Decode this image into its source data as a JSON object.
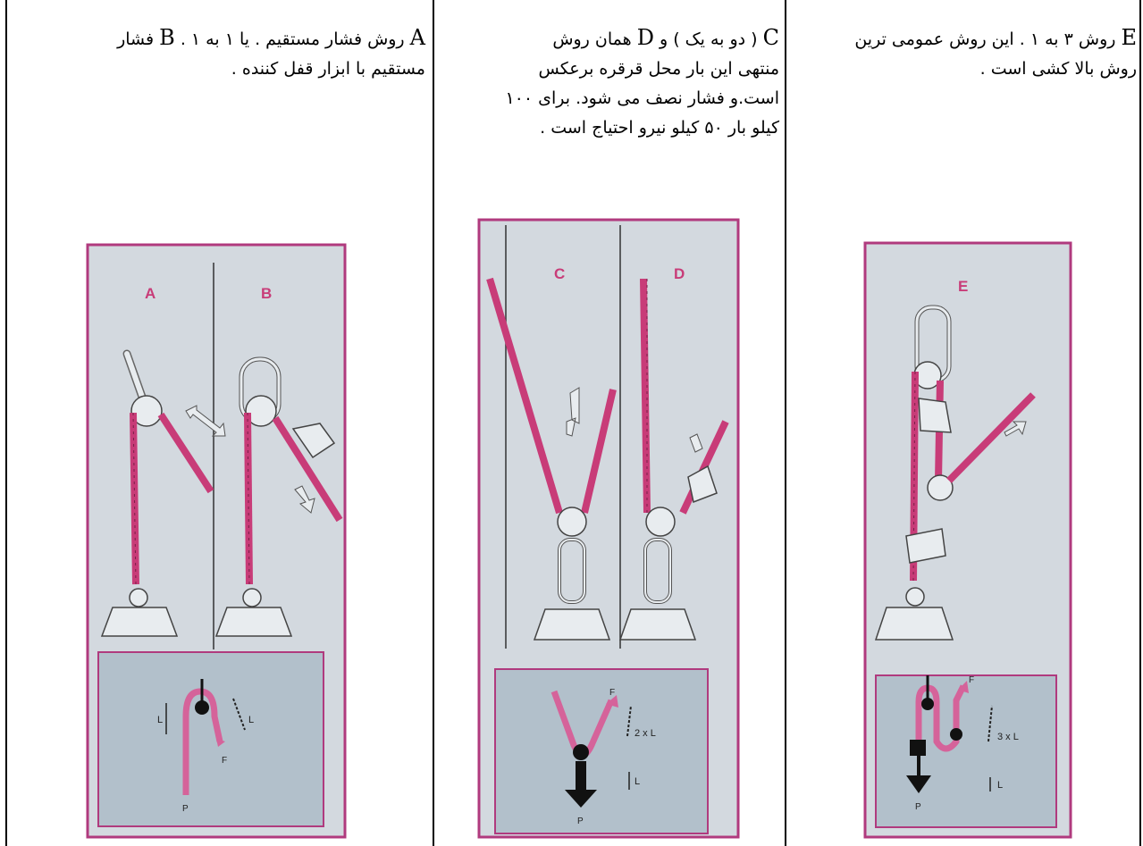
{
  "cells": {
    "c1": {
      "line1_letter_a": "A",
      "line1_text_a": " روش  فشار مستقیم . یا ۱ به ۱ . ",
      "line1_letter_b": "B",
      "line1_text_b": " فشار",
      "line2": "مستقیم  با ابزار قفل کننده ."
    },
    "c2": {
      "line1_letter_c": "C",
      "line1_text_a": " ( دو به یک ) و      ",
      "line1_letter_d": "D",
      "line1_text_b": "  همان روش",
      "line2": "منتهی این بار محل قرقره  برعکس",
      "line3": "است.و فشار نصف می شود. برای     ۱۰۰",
      "line4": "کیلو بار ۵۰ کیلو نیرو احتیاج است ."
    },
    "c3": {
      "line1_letter_e": "E",
      "line1_text": " روش ۳ به ۱ . این روش عمومی ترین",
      "line2": "روش بالا کشی است ."
    }
  },
  "figures": {
    "fig1": {
      "label_a": "A",
      "label_b": "B",
      "force": "F",
      "pull": "P",
      "length_left": "L",
      "length_right": "L"
    },
    "fig2": {
      "label_c": "C",
      "label_d": "D",
      "force": "F",
      "pull": "P",
      "length_top": "2 x L",
      "length_bottom": "L"
    },
    "fig3": {
      "label_e": "E",
      "force": "F",
      "pull": "P",
      "length_top": "3 x L",
      "length_bottom": "L"
    }
  },
  "colors": {
    "frame": "#b03a7e",
    "panel": "#d3d9df",
    "diagram": "#b2c0cb",
    "rope": "#c83c78",
    "metal": "#e8ecef"
  }
}
